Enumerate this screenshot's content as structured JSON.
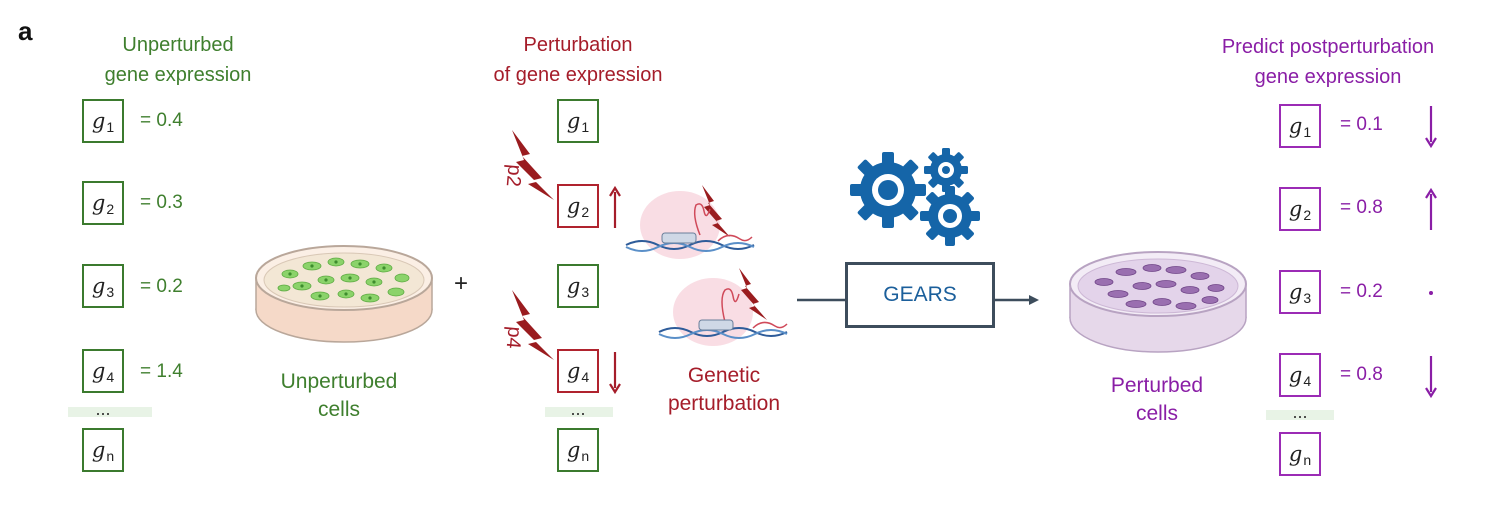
{
  "panel_label": "a",
  "unperturbed": {
    "title_line1": "Unperturbed",
    "title_line2": "gene expression",
    "genes": [
      {
        "name": "g",
        "sub": "1",
        "value": "= 0.4"
      },
      {
        "name": "g",
        "sub": "2",
        "value": "= 0.3"
      },
      {
        "name": "g",
        "sub": "3",
        "value": "= 0.2"
      },
      {
        "name": "g",
        "sub": "4",
        "value": "= 1.4"
      },
      {
        "name": "g",
        "sub": "n",
        "value": ""
      }
    ],
    "ellipsis": "...",
    "cells_line1": "Unperturbed",
    "cells_line2": "cells"
  },
  "plus": "+",
  "perturbation": {
    "title_line1": "Perturbation",
    "title_line2": "of gene expression",
    "genes": [
      {
        "name": "g",
        "sub": "1"
      },
      {
        "name": "g",
        "sub": "2"
      },
      {
        "name": "g",
        "sub": "3"
      },
      {
        "name": "g",
        "sub": "4"
      },
      {
        "name": "g",
        "sub": "n"
      }
    ],
    "p_labels": [
      "p2",
      "p4"
    ],
    "ellipsis": "...",
    "genetic_line1": "Genetic",
    "genetic_line2": "perturbation"
  },
  "model": {
    "label": "GEARS"
  },
  "predicted": {
    "title_line1": "Predict postperturbation",
    "title_line2": "gene expression",
    "genes": [
      {
        "name": "g",
        "sub": "1",
        "value": "= 0.1",
        "direction": "down"
      },
      {
        "name": "g",
        "sub": "2",
        "value": "= 0.8",
        "direction": "up"
      },
      {
        "name": "g",
        "sub": "3",
        "value": "= 0.2",
        "direction": "none"
      },
      {
        "name": "g",
        "sub": "4",
        "value": "= 0.8",
        "direction": "down"
      },
      {
        "name": "g",
        "sub": "n",
        "value": "",
        "direction": "none"
      }
    ],
    "ellipsis": "...",
    "cells_line1": "Perturbed",
    "cells_line2": "cells"
  },
  "colors": {
    "green": "#3f7f2e",
    "red": "#a51d2a",
    "purple": "#8a1ea6",
    "blue": "#1b5f9b",
    "gear": "#1565a8"
  }
}
